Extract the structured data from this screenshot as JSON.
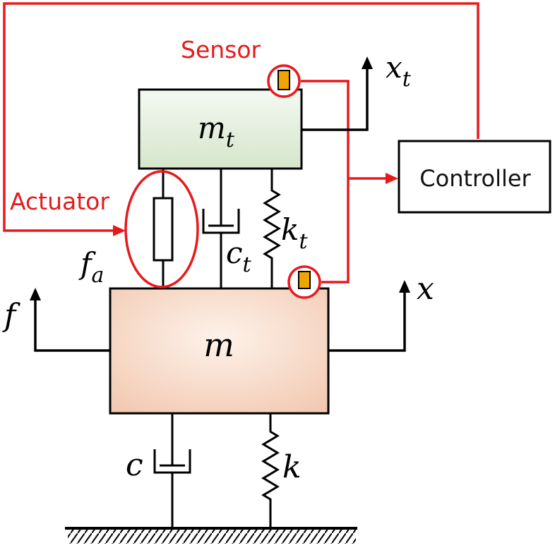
{
  "masses": {
    "top": {
      "symbol": "m",
      "subscript": "t"
    },
    "main": {
      "symbol": "m"
    }
  },
  "components": {
    "actuator_force": {
      "symbol": "f",
      "subscript": "a"
    },
    "damper_t": {
      "symbol": "c",
      "subscript": "t"
    },
    "spring_t": {
      "symbol": "k",
      "subscript": "t"
    },
    "damper": {
      "symbol": "c"
    },
    "spring": {
      "symbol": "k"
    }
  },
  "displacements": {
    "top": {
      "symbol": "x",
      "subscript": "t"
    },
    "main": {
      "symbol": "x"
    },
    "force": {
      "symbol": "f"
    }
  },
  "labels": {
    "sensor": "Sensor",
    "actuator": "Actuator",
    "controller": "Controller"
  },
  "colors": {
    "top_mass_light": "#f4f9f1",
    "top_mass_dark": "#d5e6cc",
    "main_mass_light": "#fdf2ea",
    "main_mass_dark": "#f2c8b0",
    "signal": "#e8191b",
    "sensor_fill": "#f0a500"
  }
}
